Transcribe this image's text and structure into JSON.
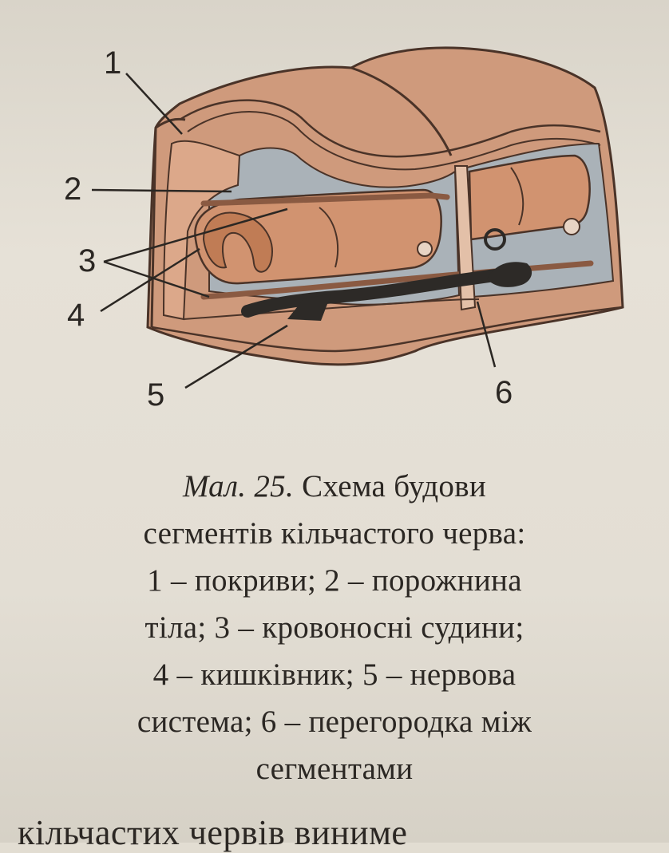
{
  "figure": {
    "callouts": [
      "1",
      "2",
      "3",
      "4",
      "5",
      "6"
    ]
  },
  "caption": {
    "label": "Мал. 25.",
    "line1_text": " Схема будови",
    "line2": "сегментів кільчастого черва:",
    "line3": "1 – покриви;  2 – порожнина",
    "line4": "тіла; 3 – кровоносні судини;",
    "line5": "4 – кишківник; 5 – нервова",
    "line6": "система; 6 – перегородка між",
    "line7": "сегментами"
  },
  "body_text": {
    "partial_line": "кільчастих червів виниме"
  },
  "colors": {
    "cover": "#cf9a7c",
    "cover_dark": "#b57f60",
    "cavity": "#aab2b8",
    "intestine": "#d19370",
    "nerve_cord": "#2d2a27",
    "paper": "#e2ddd2"
  }
}
